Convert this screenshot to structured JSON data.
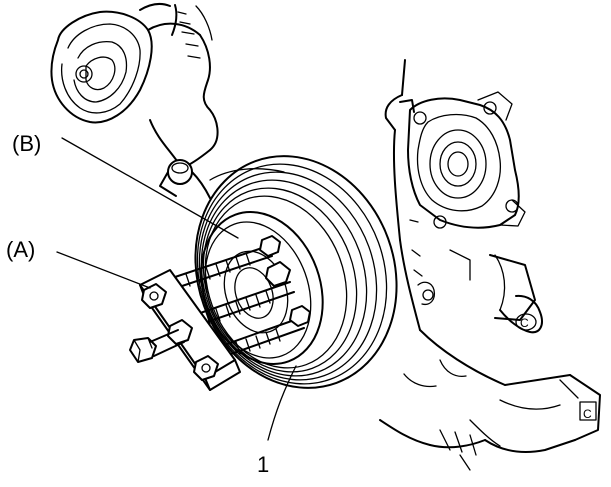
{
  "diagram": {
    "labels": {
      "label_b": "(B)",
      "label_a": "(A)",
      "label_1": "1"
    }
  }
}
